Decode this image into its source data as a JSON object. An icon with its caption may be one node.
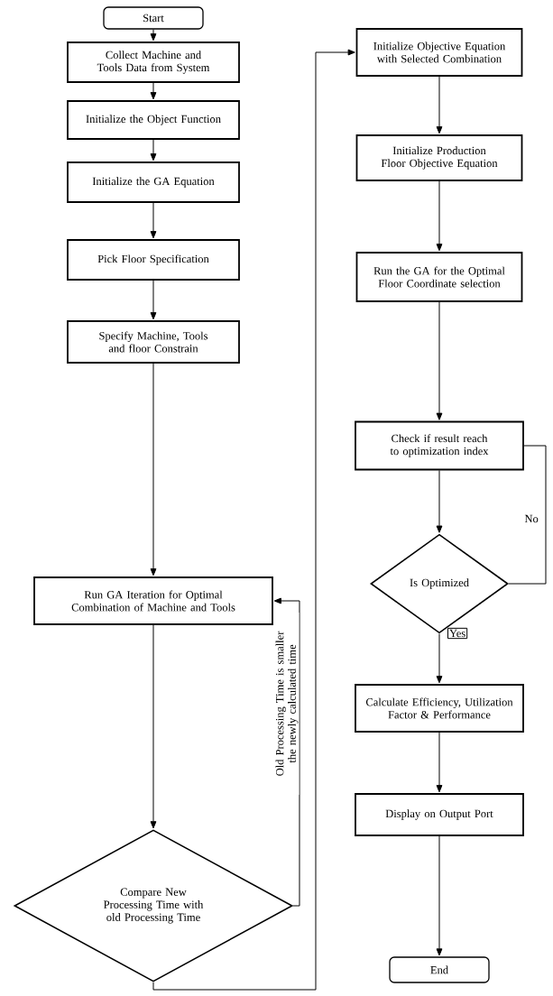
{
  "diagram": {
    "nodes": [
      {
        "text": [
          "Start"
        ]
      },
      {
        "text": [
          "Collect Machine and Tools Data from System"
        ]
      },
      {
        "text": [
          "Initialize the Object Function"
        ]
      },
      {
        "text": [
          "Initialize the GA Equation"
        ]
      },
      {
        "text": [
          "Pick Floor Specification"
        ]
      },
      {
        "text": [
          "Specify Machine, Tools and floor Constrain"
        ]
      },
      {
        "text": [
          "Run GA Iteration for Optimal Combination of Machine and Tools"
        ]
      },
      {
        "text": [
          "Compare New Processing Time with old Processing Time"
        ]
      },
      {
        "text": [
          "Initialize Objective Equation with Selected Combination"
        ]
      },
      {
        "text": [
          "Initialize Production Floor Objective Equation"
        ]
      },
      {
        "text": [
          "Run the GA for the Optimal Floor Coordinate selection"
        ]
      },
      {
        "text": [
          "Check if result reach to optimization index"
        ]
      },
      {
        "text": [
          "Is Optimized"
        ]
      },
      {
        "text": [
          "Calculate Efficiency, Utilization Factor & Performance"
        ]
      },
      {
        "text": [
          "Display on Output Port"
        ]
      },
      {
        "text": [
          "End"
        ]
      }
    ],
    "edges": [
      {
        "from": 0,
        "to": 1,
        "arrow": "to"
      },
      {
        "from": 1,
        "to": 2,
        "arrow": "to"
      },
      {
        "from": 2,
        "to": 3,
        "arrow": "to"
      },
      {
        "from": 3,
        "to": 4,
        "arrow": "to"
      },
      {
        "from": 4,
        "to": 5,
        "arrow": "to"
      },
      {
        "from": 5,
        "to": 6,
        "arrow": "to"
      },
      {
        "from": 6,
        "to": 7,
        "arrow": "to"
      },
      {
        "from": 7,
        "to": 6,
        "arrow": "to",
        "label": "Old Processing Time is smaller the newly calculated time"
      },
      {
        "from": 7,
        "to": 8,
        "arrow": "to"
      },
      {
        "from": 8,
        "to": 9,
        "arrow": "to"
      },
      {
        "from": 9,
        "to": 10,
        "arrow": "to"
      },
      {
        "from": 10,
        "to": 11,
        "arrow": "to"
      },
      {
        "from": 11,
        "to": 12,
        "arrow": "to"
      },
      {
        "from": 12,
        "to": 11,
        "arrow": "none",
        "label": "No"
      },
      {
        "from": 12,
        "to": 13,
        "arrow": "to",
        "label": "Yes"
      },
      {
        "from": 13,
        "to": 14,
        "arrow": "to"
      },
      {
        "from": 14,
        "to": 15,
        "arrow": "to"
      }
    ]
  }
}
